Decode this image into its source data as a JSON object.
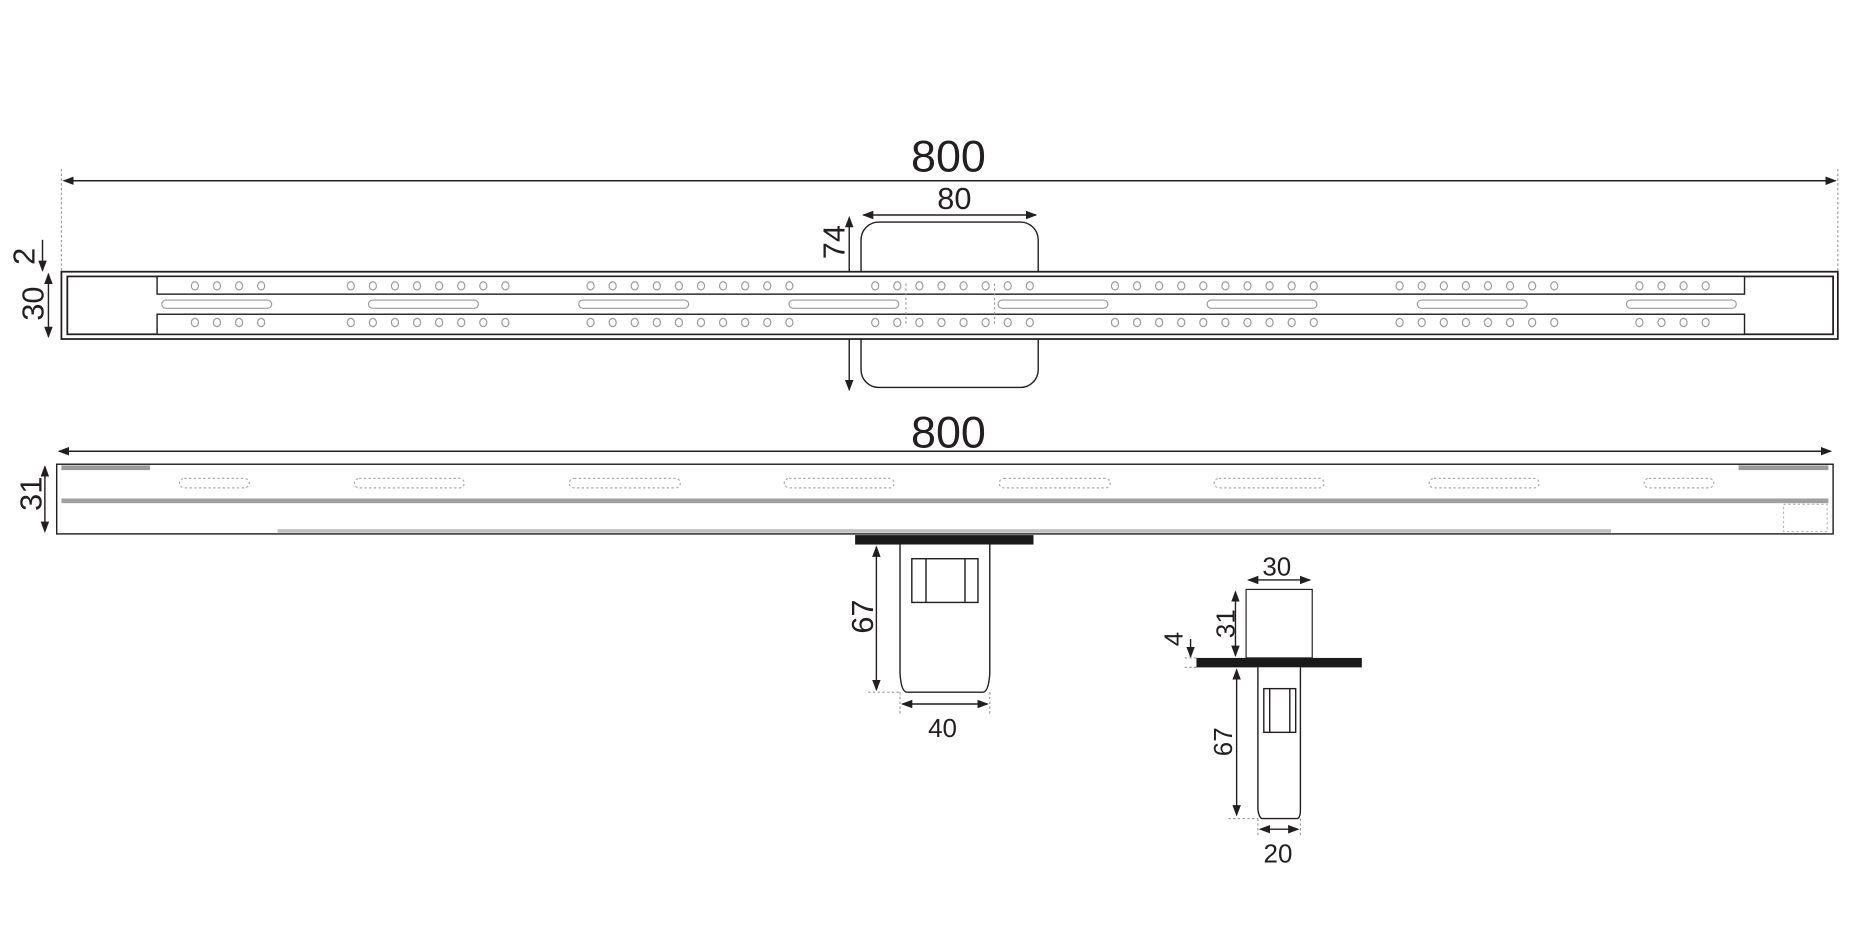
{
  "top_view": {
    "length": "800",
    "outlet_width": "80",
    "outlet_depth": "74",
    "rim": "2",
    "width": "30"
  },
  "side_view": {
    "length": "800",
    "height": "31",
    "outlet_height": "67",
    "outlet_width": "40"
  },
  "end_view": {
    "top_width": "30",
    "height": "31",
    "flange": "4",
    "outlet_height": "67",
    "outlet_width": "20"
  },
  "colors": {
    "line": "#231f20",
    "gray": "#a0a0a0",
    "flange": "#1a1a1a"
  }
}
